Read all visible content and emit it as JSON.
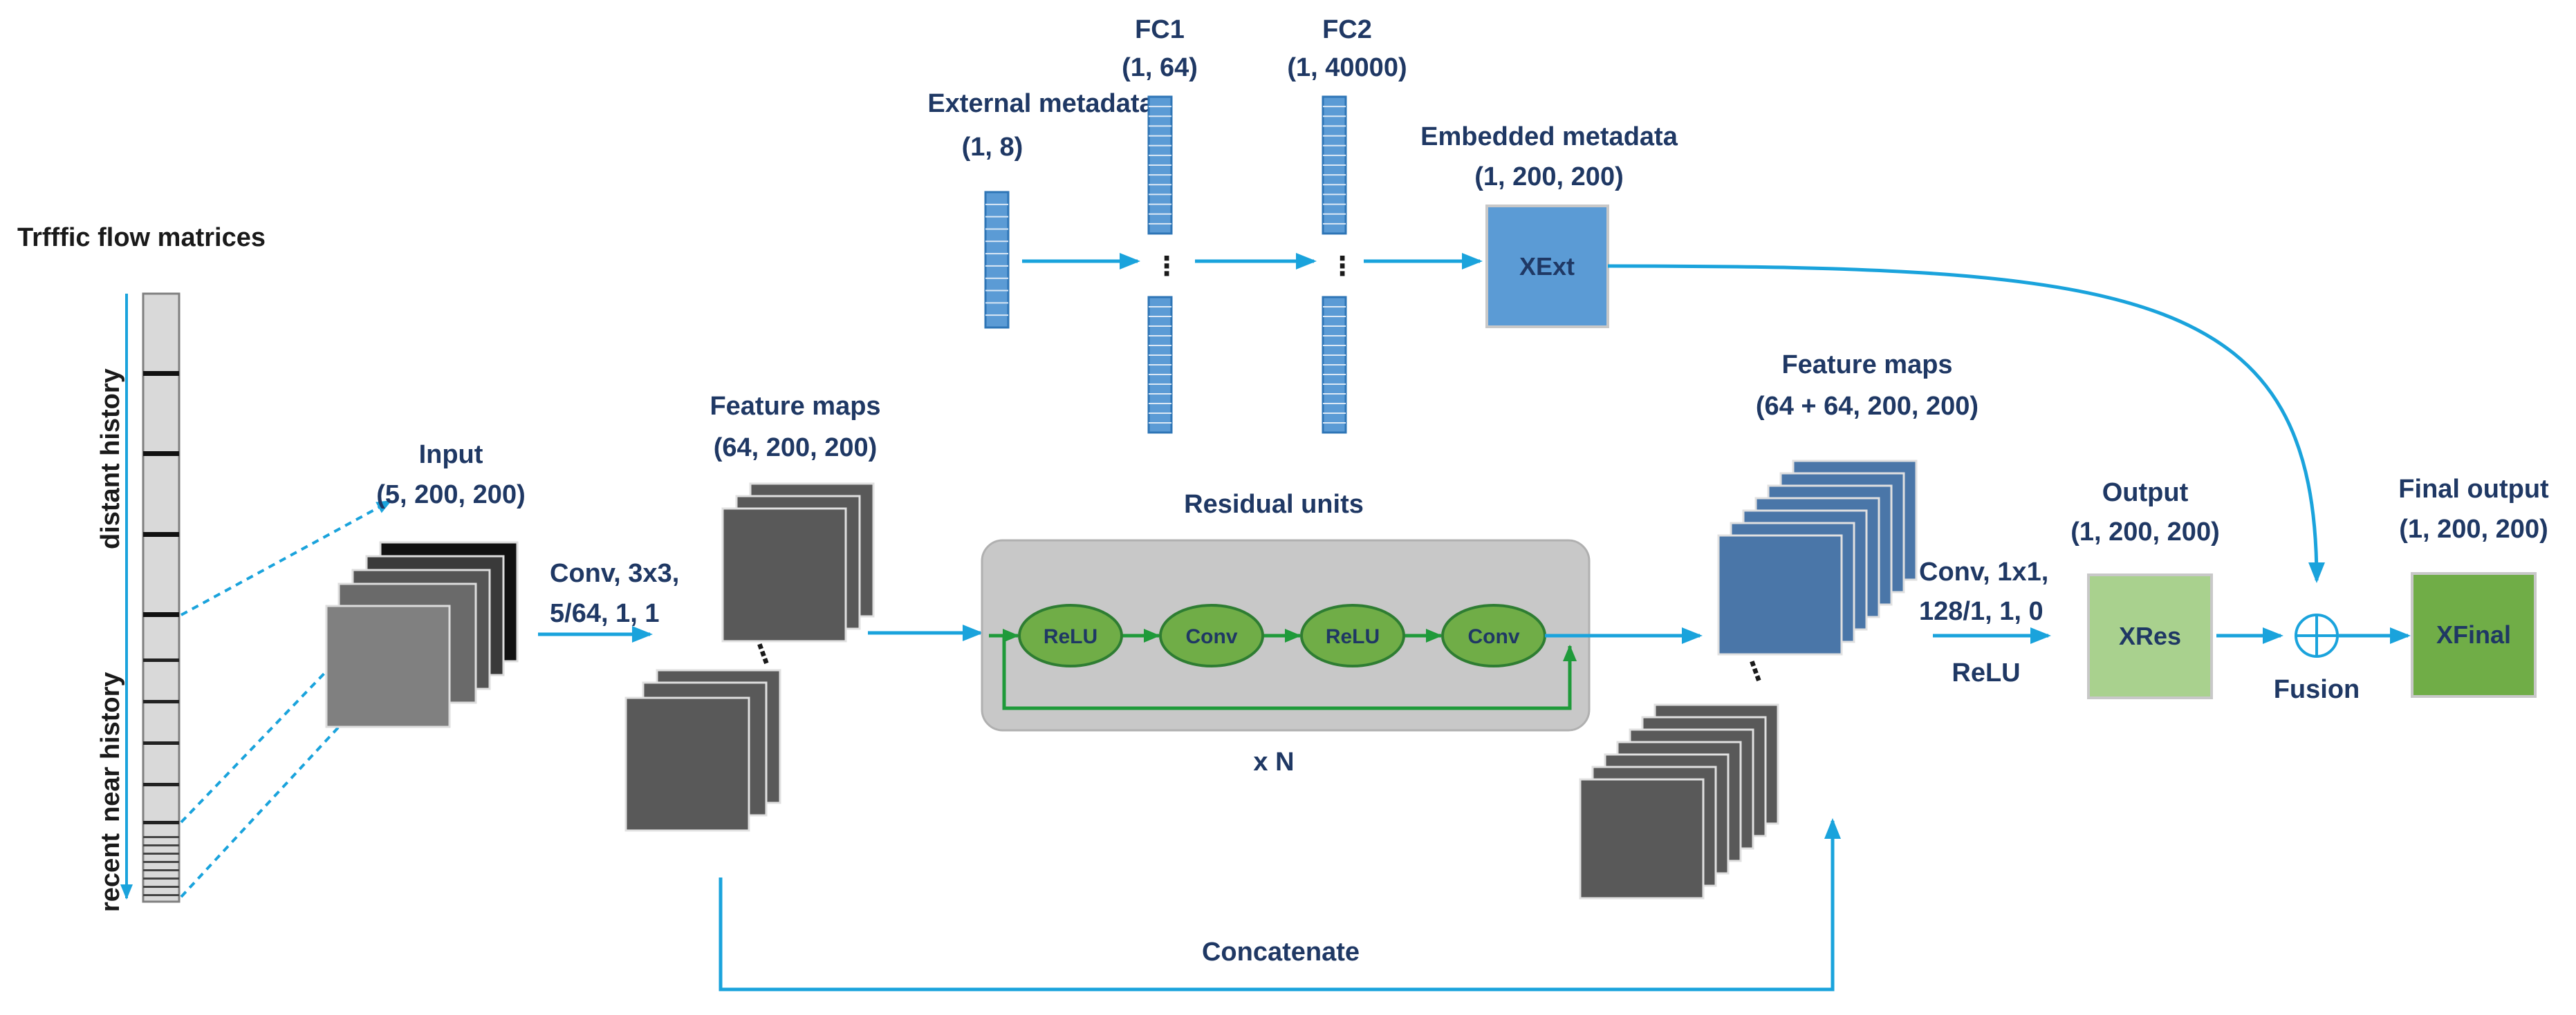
{
  "labels": {
    "traffic_title": "Trfffic flow matrices",
    "distant_history": "distant history",
    "near_history": "near history",
    "recent": "recent",
    "input_title": "Input",
    "input_shape": "(5, 200, 200)",
    "conv1_line1": "Conv, 3x3,",
    "conv1_line2": "5/64, 1, 1",
    "fm1_title": "Feature maps",
    "fm1_shape": "(64, 200, 200)",
    "ext_title": "External metadata",
    "ext_shape": "(1, 8)",
    "fc1_title": "FC1",
    "fc1_shape": "(1, 64)",
    "fc2_title": "FC2",
    "fc2_shape": "(1, 40000)",
    "emb_title": "Embedded metadata",
    "emb_shape": "(1, 200, 200)",
    "xext": "XExt",
    "residual_title": "Residual units",
    "relu": "ReLU",
    "conv": "Conv",
    "times_n": "x N",
    "fm2_title": "Feature maps",
    "fm2_shape": "(64 + 64, 200, 200)",
    "conv2_line1": "Conv, 1x1,",
    "conv2_line2": "128/1, 1, 0",
    "relu_label": "ReLU",
    "output_title": "Output",
    "output_shape": "(1, 200, 200)",
    "xres": "XRes",
    "fusion": "Fusion",
    "final_title": "Final output",
    "final_shape": "(1, 200, 200)",
    "xfinal": "XFinal",
    "concatenate": "Concatenate",
    "ellipsis": "⋮"
  },
  "colors": {
    "arrow": "#1aa3dc",
    "green_arrow": "#1f9a3a",
    "node_fill": "#70ad47",
    "node_stroke": "#2e7d32",
    "residual_box": "#c8c8c8",
    "fc_cell": "#5b9bd5",
    "xext_fill": "#5b9bd5",
    "xres_fill": "#a9d18e",
    "xfinal_fill": "#70ad47",
    "fm_blue": "#4a76a8",
    "fm_gray": "#595959"
  }
}
